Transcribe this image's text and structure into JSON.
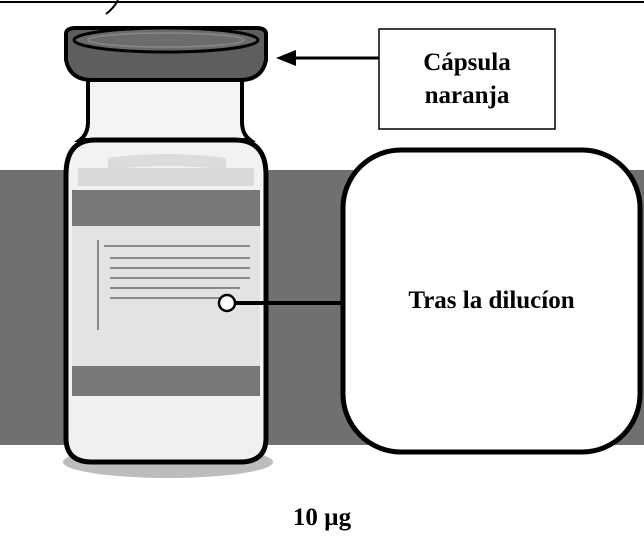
{
  "labels": {
    "cap_line1": "Cápsula",
    "cap_line2": "naranja",
    "dilution": "Tras la dilucíon",
    "dose": "10 µg"
  },
  "colors": {
    "band": "#707070",
    "outline": "#000000",
    "cap": "#5e5e5e",
    "label_stripe": "#777777",
    "glass": "#f2f2f2",
    "vial_label": "#e3e3e3"
  },
  "icons": {
    "arrow": "arrow-left-icon",
    "vial": "vial-icon"
  }
}
